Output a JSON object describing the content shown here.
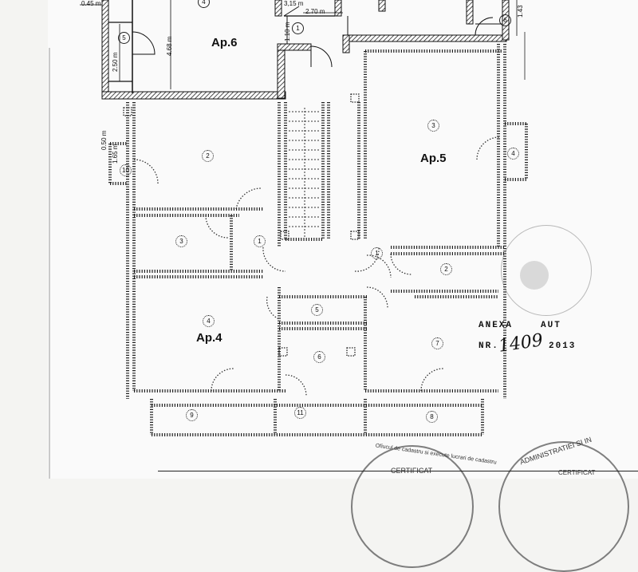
{
  "apartments": {
    "ap6": "Ap.6",
    "ap5": "Ap.5",
    "ap4": "Ap.4"
  },
  "dimensions": {
    "d045": "0.45 m",
    "d250": "2.50 m",
    "d468": "4.68 m",
    "d110": "1.10 m",
    "d270": "2.70 m",
    "d143": "1.43",
    "d050": "0.50 m",
    "d165": "1.65 m",
    "stair_top": "3,15 m"
  },
  "rooms": {
    "ap6_1": "1",
    "ap6_4": "4",
    "ap6_5": "5",
    "ap6_6": "6",
    "ap4_1": "1",
    "ap4_2": "2",
    "ap4_3": "3",
    "ap4_4": "4",
    "ap4_5": "5",
    "ap4_6": "6",
    "ap4_9": "9",
    "ap4_10": "10",
    "ap4_11": "11",
    "ap5_1": "1",
    "ap5_2": "2",
    "ap5_3": "3",
    "ap5_4": "4",
    "ap5_7": "7",
    "ap5_8": "8"
  },
  "annex": {
    "word1": "ANEXA",
    "word2": "AUT",
    "nr": "NR.",
    "handwritten": "1409",
    "year": "2013"
  },
  "stamps": {
    "left_arc": "Ofiucul de cadastru si execute lucrari de cadastru",
    "left_inner": "CERTIFICAT",
    "right_arc": "ADMINISTRATIEI SI IN",
    "right_inner": "CERTIFICAT"
  }
}
